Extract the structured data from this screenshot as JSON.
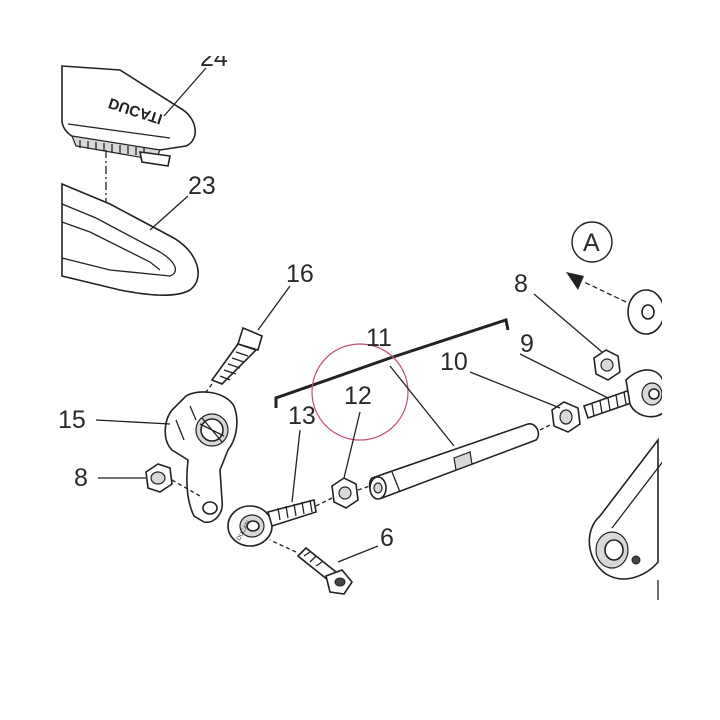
{
  "callouts": {
    "c24": "24",
    "c23": "23",
    "c16": "16",
    "c15": "15",
    "c8a": "8",
    "c8b": "8",
    "c11": "11",
    "c12": "12",
    "c13": "13",
    "c10": "10",
    "c9": "9",
    "c6": "6",
    "cA": "A"
  },
  "logo_text": "DUCATI",
  "small_marking": "DUCATI",
  "highlight_color": "#c0506a",
  "line_color": "#222222"
}
